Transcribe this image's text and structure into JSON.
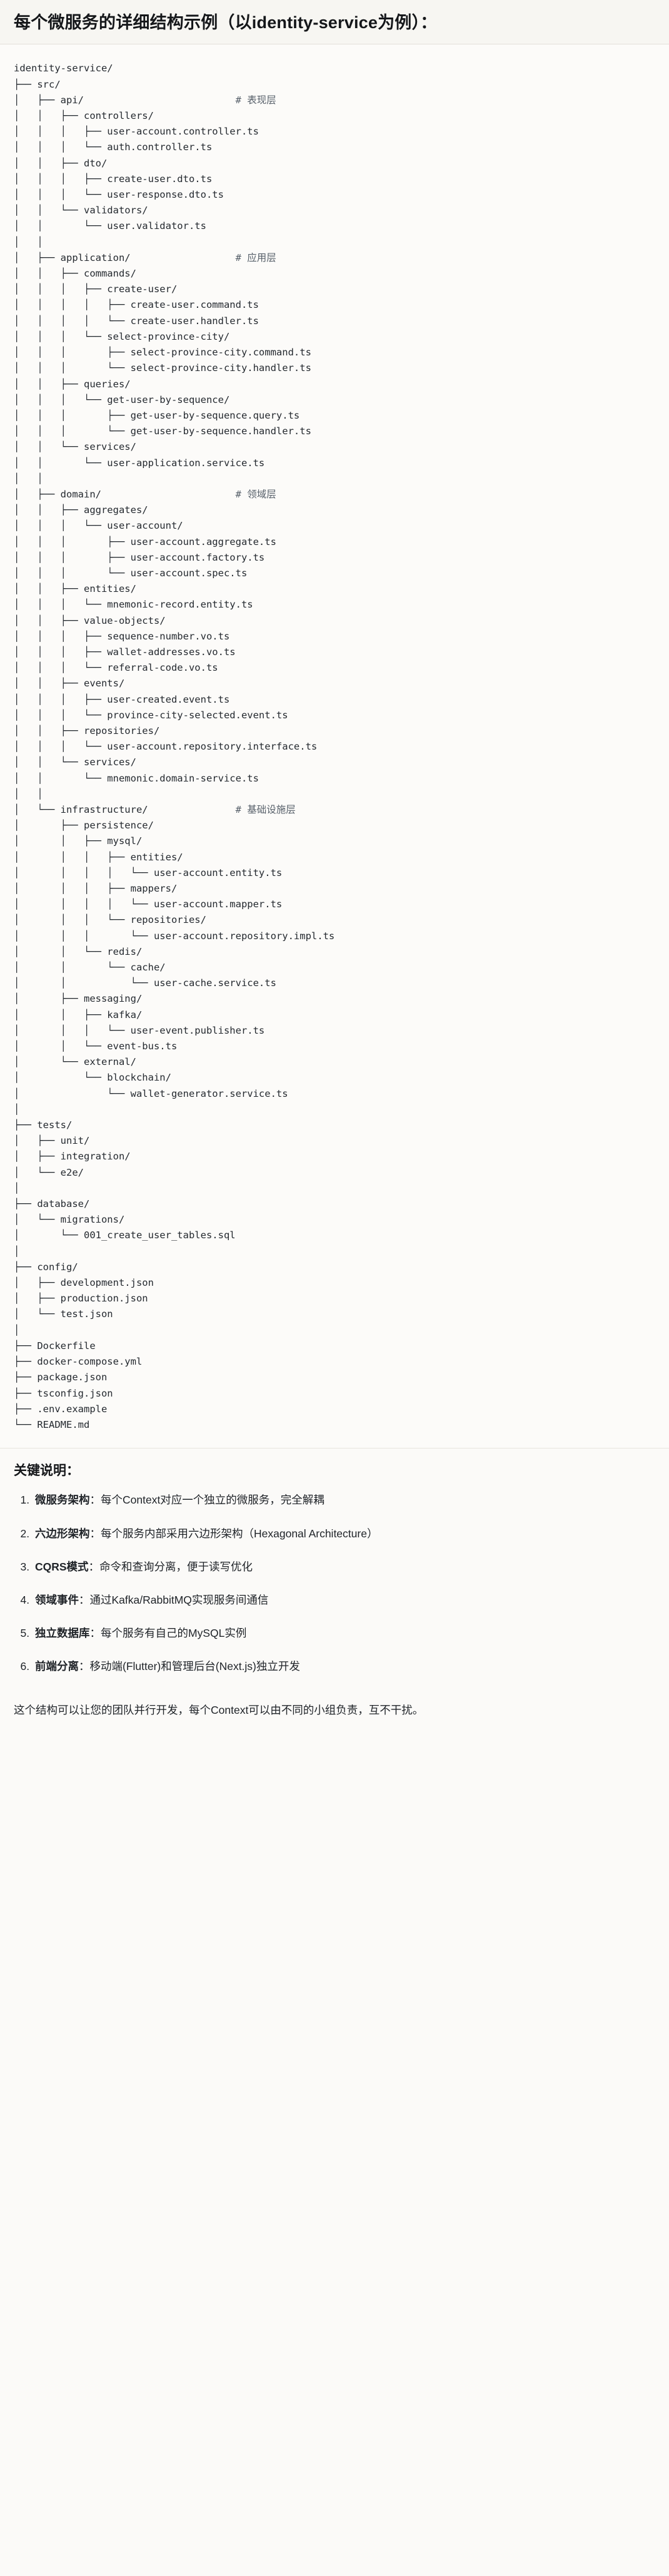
{
  "heading": "每个微服务的详细结构示例（以identity-service为例）：",
  "tree": {
    "root": "identity-service/",
    "lines": [
      "identity-service/",
      "├── src/",
      "│   ├── api/                          # 表现层",
      "│   │   ├── controllers/",
      "│   │   │   ├── user-account.controller.ts",
      "│   │   │   └── auth.controller.ts",
      "│   │   ├── dto/",
      "│   │   │   ├── create-user.dto.ts",
      "│   │   │   └── user-response.dto.ts",
      "│   │   └── validators/",
      "│   │       └── user.validator.ts",
      "│   │",
      "│   ├── application/                  # 应用层",
      "│   │   ├── commands/",
      "│   │   │   ├── create-user/",
      "│   │   │   │   ├── create-user.command.ts",
      "│   │   │   │   └── create-user.handler.ts",
      "│   │   │   └── select-province-city/",
      "│   │   │       ├── select-province-city.command.ts",
      "│   │   │       └── select-province-city.handler.ts",
      "│   │   ├── queries/",
      "│   │   │   └── get-user-by-sequence/",
      "│   │   │       ├── get-user-by-sequence.query.ts",
      "│   │   │       └── get-user-by-sequence.handler.ts",
      "│   │   └── services/",
      "│   │       └── user-application.service.ts",
      "│   │",
      "│   ├── domain/                       # 领域层",
      "│   │   ├── aggregates/",
      "│   │   │   └── user-account/",
      "│   │   │       ├── user-account.aggregate.ts",
      "│   │   │       ├── user-account.factory.ts",
      "│   │   │       └── user-account.spec.ts",
      "│   │   ├── entities/",
      "│   │   │   └── mnemonic-record.entity.ts",
      "│   │   ├── value-objects/",
      "│   │   │   ├── sequence-number.vo.ts",
      "│   │   │   ├── wallet-addresses.vo.ts",
      "│   │   │   └── referral-code.vo.ts",
      "│   │   ├── events/",
      "│   │   │   ├── user-created.event.ts",
      "│   │   │   └── province-city-selected.event.ts",
      "│   │   ├── repositories/",
      "│   │   │   └── user-account.repository.interface.ts",
      "│   │   └── services/",
      "│   │       └── mnemonic.domain-service.ts",
      "│   │",
      "│   └── infrastructure/               # 基础设施层",
      "│       ├── persistence/",
      "│       │   ├── mysql/",
      "│       │   │   ├── entities/",
      "│       │   │   │   └── user-account.entity.ts",
      "│       │   │   ├── mappers/",
      "│       │   │   │   └── user-account.mapper.ts",
      "│       │   │   └── repositories/",
      "│       │   │       └── user-account.repository.impl.ts",
      "│       │   └── redis/",
      "│       │       └── cache/",
      "│       │           └── user-cache.service.ts",
      "│       ├── messaging/",
      "│       │   ├── kafka/",
      "│       │   │   └── user-event.publisher.ts",
      "│       │   └── event-bus.ts",
      "│       └── external/",
      "│           └── blockchain/",
      "│               └── wallet-generator.service.ts",
      "│",
      "├── tests/",
      "│   ├── unit/",
      "│   ├── integration/",
      "│   └── e2e/",
      "│",
      "├── database/",
      "│   └── migrations/",
      "│       └── 001_create_user_tables.sql",
      "│",
      "├── config/",
      "│   ├── development.json",
      "│   ├── production.json",
      "│   └── test.json",
      "│",
      "├── Dockerfile",
      "├── docker-compose.yml",
      "├── package.json",
      "├── tsconfig.json",
      "├── .env.example",
      "└── README.md"
    ],
    "comments": [
      "# 表现层",
      "# 应用层",
      "# 领域层",
      "# 基础设施层"
    ]
  },
  "notes": {
    "title": "关键说明：",
    "items": [
      {
        "term": "微服务架构",
        "sep": "：",
        "desc": "每个Context对应一个独立的微服务，完全解耦"
      },
      {
        "term": "六边形架构",
        "sep": "：",
        "desc": "每个服务内部采用六边形架构（Hexagonal Architecture）"
      },
      {
        "term": "CQRS模式",
        "sep": "：",
        "desc": "命令和查询分离，便于读写优化"
      },
      {
        "term": "领域事件",
        "sep": "：",
        "desc": "通过Kafka/RabbitMQ实现服务间通信"
      },
      {
        "term": "独立数据库",
        "sep": "：",
        "desc": "每个服务有自己的MySQL实例"
      },
      {
        "term": "前端分离",
        "sep": "：",
        "desc": "移动端(Flutter)和管理后台(Next.js)独立开发"
      }
    ],
    "closing": "这个结构可以让您的团队并行开发，每个Context可以由不同的小组负责，互不干扰。"
  }
}
